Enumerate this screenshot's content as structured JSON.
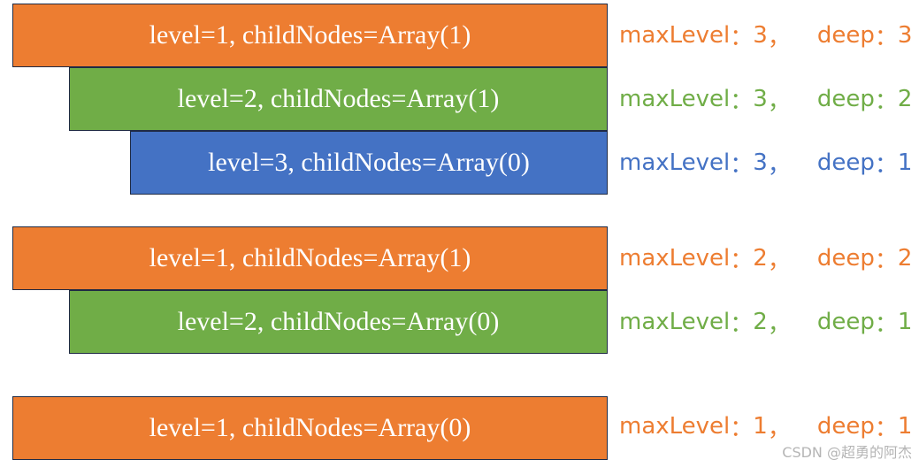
{
  "groups": [
    {
      "rows": [
        {
          "label": "level=1, childNodes=Array(1)",
          "maxLevel_label": "maxLevel",
          "maxLevel": "3",
          "deep_label": "deep",
          "deep": "3",
          "color": "#ed7d31"
        },
        {
          "label": "level=2, childNodes=Array(1)",
          "maxLevel_label": "maxLevel",
          "maxLevel": "3",
          "deep_label": "deep",
          "deep": "2",
          "color": "#70ad47"
        },
        {
          "label": "level=3, childNodes=Array(0)",
          "maxLevel_label": "maxLevel",
          "maxLevel": "3",
          "deep_label": "deep",
          "deep": "1",
          "color": "#4472c4"
        }
      ]
    },
    {
      "rows": [
        {
          "label": "level=1, childNodes=Array(1)",
          "maxLevel_label": "maxLevel",
          "maxLevel": "2",
          "deep_label": "deep",
          "deep": "2",
          "color": "#ed7d31"
        },
        {
          "label": "level=2, childNodes=Array(0)",
          "maxLevel_label": "maxLevel",
          "maxLevel": "2",
          "deep_label": "deep",
          "deep": "1",
          "color": "#70ad47"
        }
      ]
    },
    {
      "rows": [
        {
          "label": "level=1, childNodes=Array(0)",
          "maxLevel_label": "maxLevel",
          "maxLevel": "1",
          "deep_label": "deep",
          "deep": "1",
          "color": "#ed7d31"
        }
      ]
    }
  ],
  "punct": {
    "colon": "：",
    "comma": "，"
  },
  "watermark": "CSDN @超勇的阿杰"
}
